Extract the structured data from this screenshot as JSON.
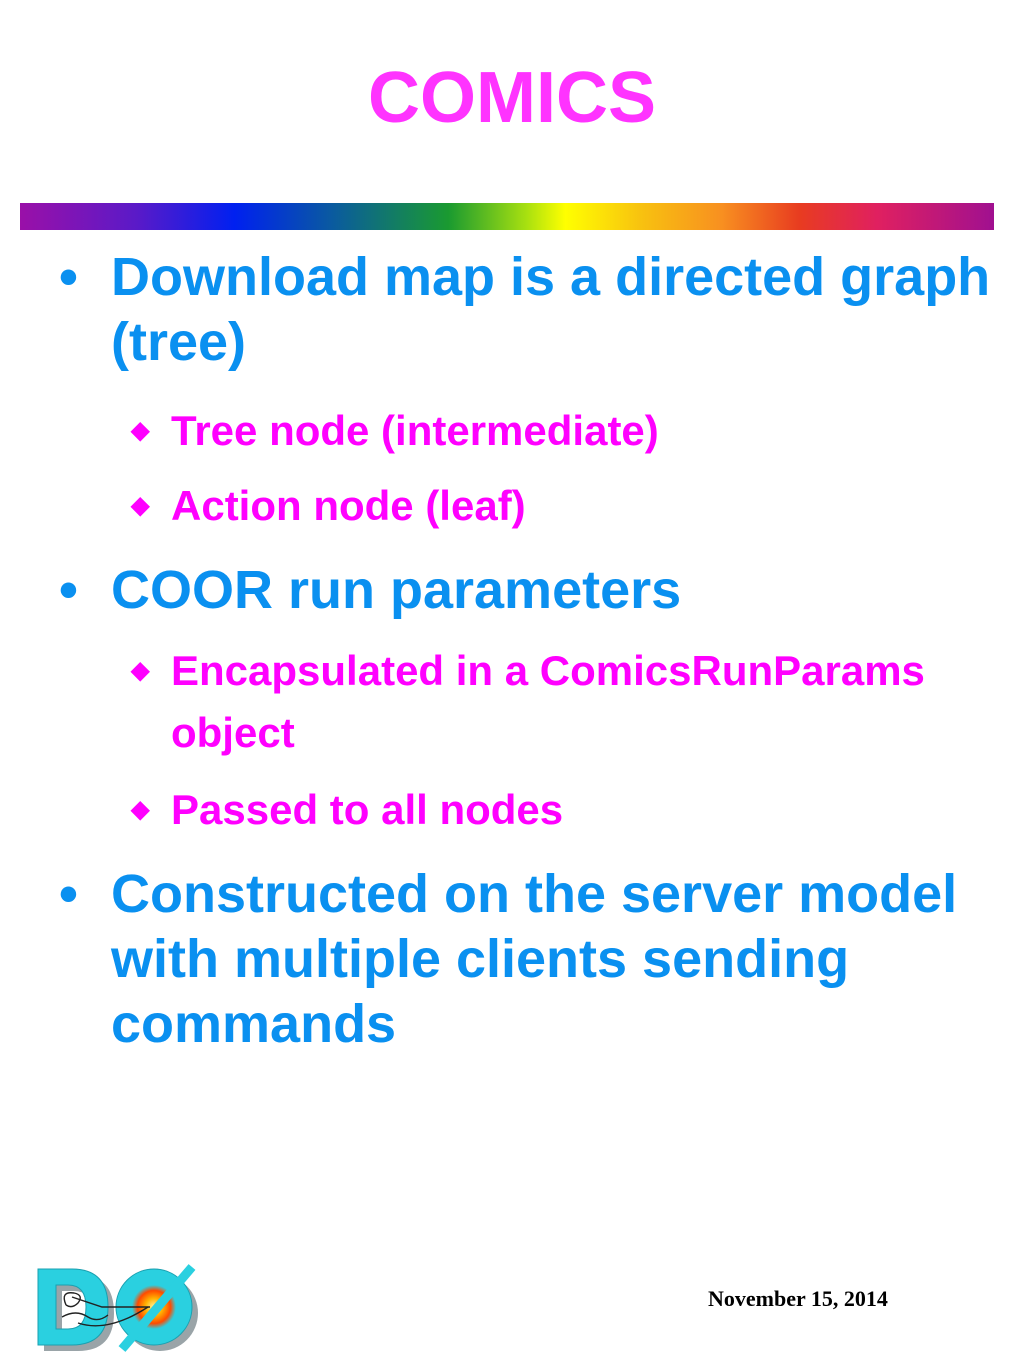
{
  "slide": {
    "title": "COMICS",
    "date": "November 15, 2014"
  },
  "colors": {
    "title": "#ff33ff",
    "level1": "#0a90f0",
    "level2": "#ff00ff",
    "logo": "#2ad0e0"
  },
  "icons": {
    "level1_bullet": "•",
    "level2_bullet": "◆",
    "logo": "dzero-experiment-logo"
  },
  "bullets": [
    {
      "text": "Download map is a directed graph (tree)",
      "sub": [
        {
          "text": "Tree node (intermediate)"
        },
        {
          "text": "Action node (leaf)"
        }
      ]
    },
    {
      "text": "COOR run parameters",
      "sub": [
        {
          "text": " Encapsulated in a ComicsRunParams object"
        },
        {
          "text": "Passed to all nodes"
        }
      ]
    },
    {
      "text": "Constructed on the server model with multiple clients sending commands",
      "sub": []
    }
  ]
}
